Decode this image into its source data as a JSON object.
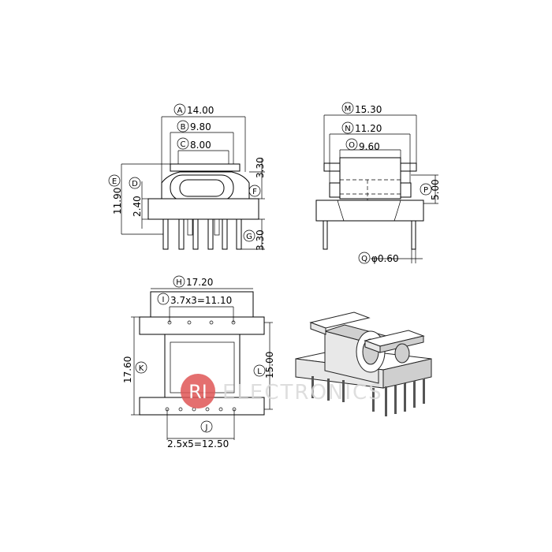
{
  "front_view": {
    "A": {
      "letter": "A",
      "value": "14.00"
    },
    "B": {
      "letter": "B",
      "value": "9.80"
    },
    "C": {
      "letter": "C",
      "value": "8.00"
    },
    "E": {
      "letter": "E",
      "value": "11.90"
    },
    "D": {
      "letter": "D",
      "value": "2.40"
    },
    "F": {
      "letter": "F",
      "value": "3.30"
    },
    "G": {
      "letter": "G",
      "value": "3.30"
    }
  },
  "side_view": {
    "M": {
      "letter": "M",
      "value": "15.30"
    },
    "N": {
      "letter": "N",
      "value": "11.20"
    },
    "O": {
      "letter": "O",
      "value": "9.60"
    },
    "P": {
      "letter": "P",
      "value": "5.00"
    },
    "Q": {
      "letter": "Q",
      "value": "φ0.60"
    }
  },
  "bottom_view": {
    "H": {
      "letter": "H",
      "value": "17.20"
    },
    "I": {
      "letter": "I",
      "value": "3.7x3=11.10"
    },
    "K": {
      "letter": "K",
      "value": "17.60"
    },
    "L": {
      "letter": "L",
      "value": "15.00"
    },
    "J": {
      "letter": "J",
      "value": "2.5x5=12.50"
    }
  },
  "watermark": {
    "badge": "RI",
    "text": "ELECTRONICS",
    "badge_color": "#e05656",
    "text_color": "#d9d9d9"
  },
  "colors": {
    "line": "#000000",
    "background": "#ffffff"
  }
}
